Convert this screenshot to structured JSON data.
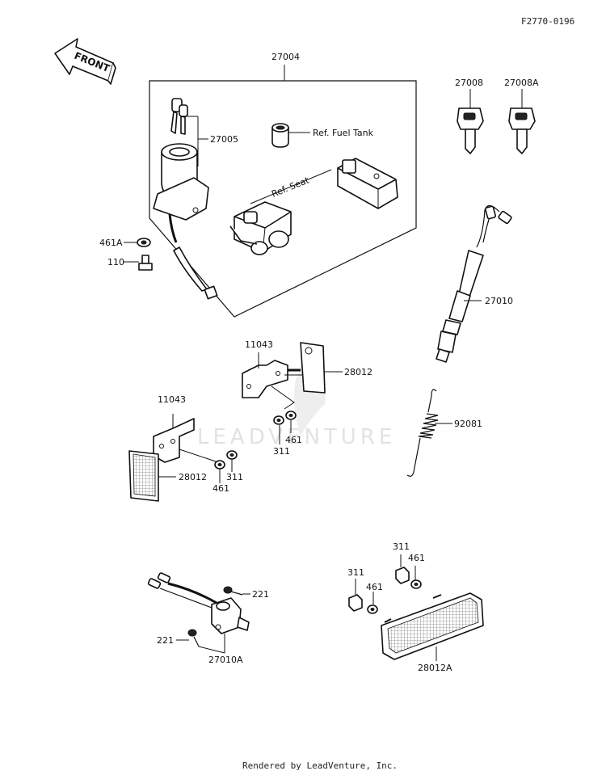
{
  "diagram_code": "F2770-0196",
  "front_label": "FRONT",
  "watermark": "LEADVENTURE",
  "footer": "Rendered by LeadVenture, Inc.",
  "labels": {
    "p27004": "27004",
    "p27005": "27005",
    "ref_fuel_tank": "Ref. Fuel Tank",
    "ref_seat": "Ref. Seat",
    "p461A": "461A",
    "p110": "110",
    "p27008": "27008",
    "p27008A": "27008A",
    "p27010": "27010",
    "p11043_a": "11043",
    "p28012_a": "28012",
    "p461_a": "461",
    "p311_a": "311",
    "p92081": "92081",
    "p11043_b": "11043",
    "p28012_b": "28012",
    "p461_b": "461",
    "p311_b": "311",
    "p221_a": "221",
    "p221_b": "221",
    "p27010A": "27010A",
    "p311_c": "311",
    "p461_c": "461",
    "p311_d": "311",
    "p461_d": "461",
    "p28012A": "28012A"
  }
}
